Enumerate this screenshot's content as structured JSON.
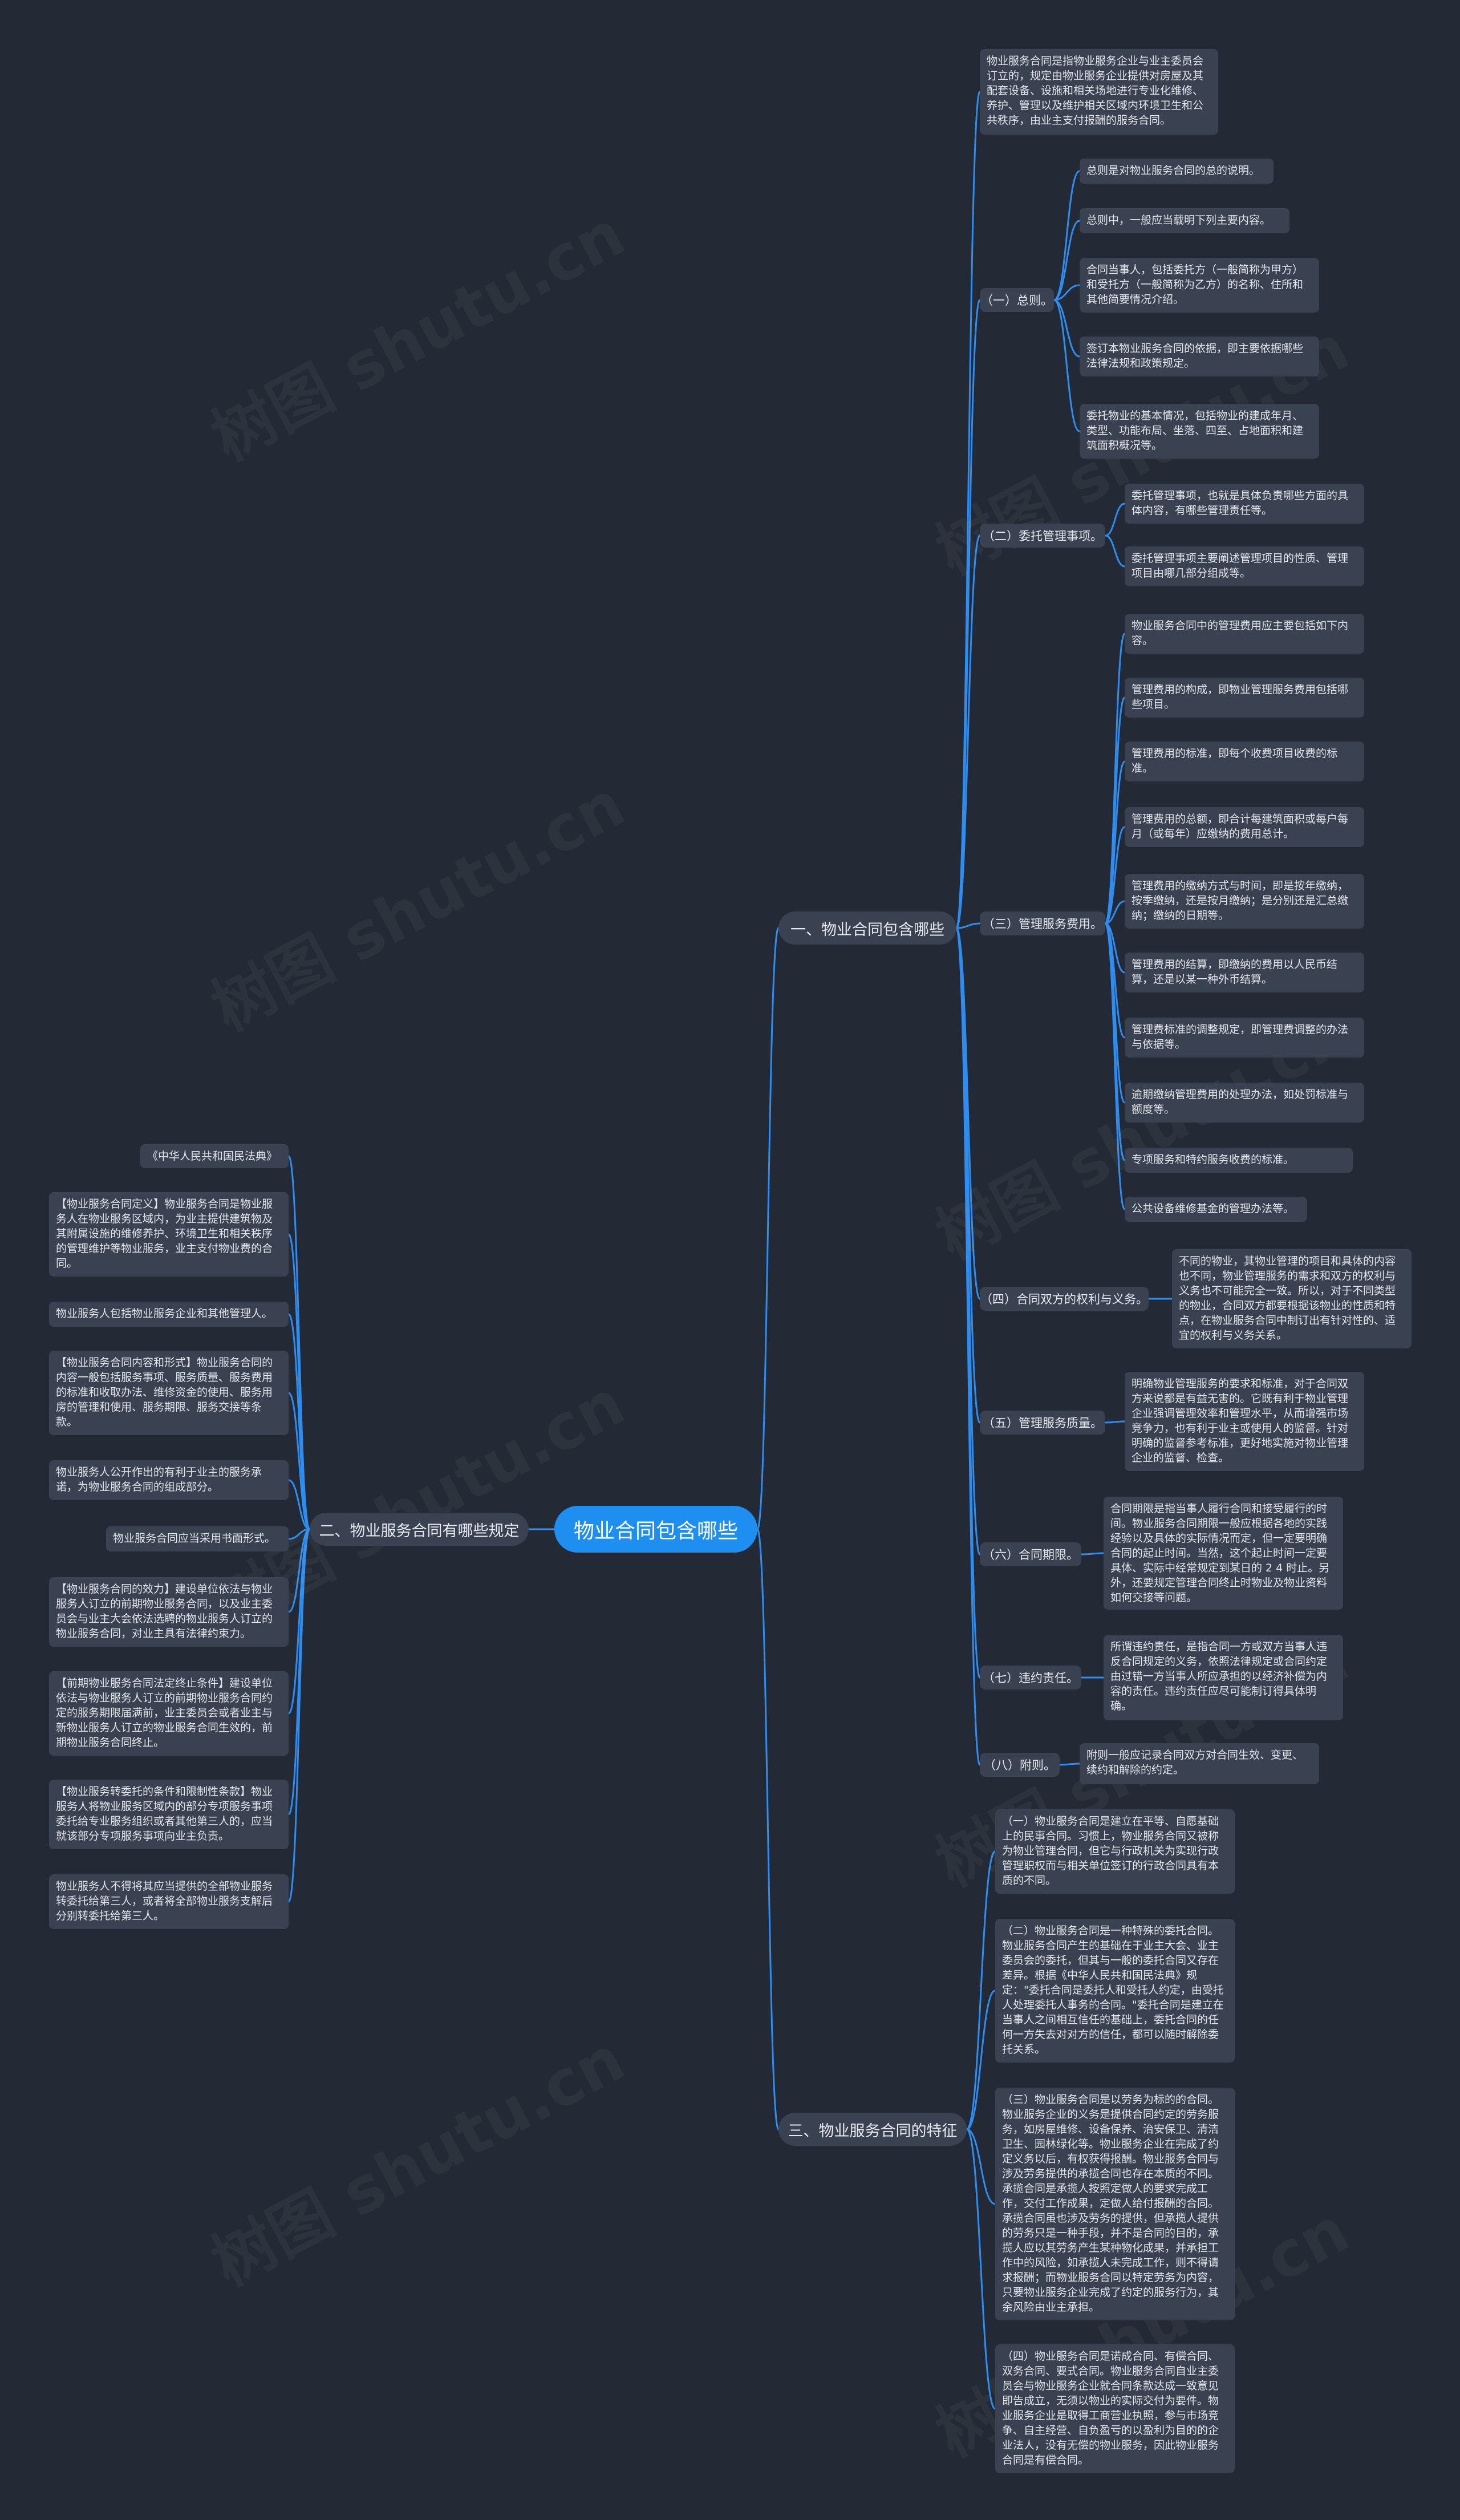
{
  "root": "物业合同包含哪些",
  "branches": {
    "b1": "一、物业合同包含哪些",
    "b2": "二、物业服务合同有哪些规定",
    "b3": "三、物业服务合同的特征"
  },
  "b1": {
    "intro": "物业服务合同是指物业服务企业与业主委员会订立的，规定由物业服务企业提供对房屋及其配套设备、设施和相关场地进行专业化维修、养护、管理以及维护相关区域内环境卫生和公共秩序，由业主支付报酬的服务合同。",
    "s1": "（一）总则。",
    "s1_items": [
      "总则是对物业服务合同的总的说明。",
      "总则中，一般应当载明下列主要内容。",
      "合同当事人，包括委托方（一般简称为甲方）和受托方（一般简称为乙方）的名称、住所和其他简要情况介绍。",
      "签订本物业服务合同的依据，即主要依据哪些法律法规和政策规定。",
      "委托物业的基本情况，包括物业的建成年月、类型、功能布局、坐落、四至、占地面积和建筑面积概况等。"
    ],
    "s2": "（二）委托管理事项。",
    "s2_items": [
      "委托管理事项，也就是具体负责哪些方面的具体内容，有哪些管理责任等。",
      "委托管理事项主要阐述管理项目的性质、管理项目由哪几部分组成等。"
    ],
    "s3": "（三）管理服务费用。",
    "s3_items": [
      "物业服务合同中的管理费用应主要包括如下内容。",
      "管理费用的构成，即物业管理服务费用包括哪些项目。",
      "管理费用的标准，即每个收费项目收费的标准。",
      "管理费用的总额，即合计每建筑面积或每户每月（或每年）应缴纳的费用总计。",
      "管理费用的缴纳方式与时间，即是按年缴纳，按季缴纳，还是按月缴纳；是分别还是汇总缴纳；缴纳的日期等。",
      "管理费用的结算，即缴纳的费用以人民币结算，还是以某一种外币结算。",
      "管理费标准的调整规定，即管理费调整的办法与依据等。",
      "逾期缴纳管理费用的处理办法，如处罚标准与额度等。",
      "专项服务和特约服务收费的标准。",
      "公共设备维修基金的管理办法等。"
    ],
    "s4": "（四）合同双方的权利与义务。",
    "s4_item": "不同的物业，其物业管理的项目和具体的内容也不同，物业管理服务的需求和双方的权利与义务也不可能完全一致。所以，对于不同类型的物业，合同双方都要根据该物业的性质和特点，在物业服务合同中制订出有针对性的、适宜的权利与义务关系。",
    "s5": "（五）管理服务质量。",
    "s5_item": "明确物业管理服务的要求和标准，对于合同双方来说都是有益无害的。它既有利于物业管理企业强调管理效率和管理水平，从而增强市场竞争力，也有利于业主或使用人的监督。针对明确的监督参考标准，更好地实施对物业管理企业的监督、检查。",
    "s6": "（六）合同期限。",
    "s6_item": "合同期限是指当事人履行合同和接受履行的时间。物业服务合同期限一般应根据各地的实践经验以及具体的实际情况而定，但一定要明确合同的起止时间。当然，这个起止时间一定要具体、实际中经常规定到某日的 2 4 时止。另外，还要规定管理合同终止时物业及物业资料如何交接等问题。",
    "s7": "（七）违约责任。",
    "s7_item": "所谓违约责任，是指合同一方或双方当事人违反合同规定的义务，依照法律规定或合同约定由过错一方当事人所应承担的以经济补偿为内容的责任。违约责任应尽可能制订得具体明确。",
    "s8": "（八）附则。",
    "s8_item": "附则一般应记录合同双方对合同生效、变更、续约和解除的约定。"
  },
  "b2_items": [
    "《中华人民共和国民法典》",
    "【物业服务合同定义】物业服务合同是物业服务人在物业服务区域内，为业主提供建筑物及其附属设施的维修养护、环境卫生和相关秩序的管理维护等物业服务，业主支付物业费的合同。",
    "物业服务人包括物业服务企业和其他管理人。",
    "【物业服务合同内容和形式】物业服务合同的内容一般包括服务事项、服务质量、服务费用的标准和收取办法、维修资金的使用、服务用房的管理和使用、服务期限、服务交接等条款。",
    "物业服务人公开作出的有利于业主的服务承诺，为物业服务合同的组成部分。",
    "物业服务合同应当采用书面形式。",
    "【物业服务合同的效力】建设单位依法与物业服务人订立的前期物业服务合同，以及业主委员会与业主大会依法选聘的物业服务人订立的物业服务合同，对业主具有法律约束力。",
    "【前期物业服务合同法定终止条件】建设单位依法与物业服务人订立的前期物业服务合同约定的服务期限届满前，业主委员会或者业主与新物业服务人订立的物业服务合同生效的，前期物业服务合同终止。",
    "【物业服务转委托的条件和限制性条款】物业服务人将物业服务区域内的部分专项服务事项委托给专业服务组织或者其他第三人的，应当就该部分专项服务事项向业主负责。",
    "物业服务人不得将其应当提供的全部物业服务转委托给第三人，或者将全部物业服务支解后分别转委托给第三人。"
  ],
  "b3_items": [
    "（一）物业服务合同是建立在平等、自愿基础上的民事合同。习惯上，物业服务合同又被称为物业管理合同，但它与行政机关为实现行政管理职权而与相关单位签订的行政合同具有本质的不同。",
    "（二）物业服务合同是一种特殊的委托合同。物业服务合同产生的基础在于业主大会、业主委员会的委托，但其与一般的委托合同又存在差异。根据《中华人民共和国民法典》规定：\"委托合同是委托人和受托人约定，由受托人处理委托人事务的合同。\"委托合同是建立在当事人之间相互信任的基础上，委托合同的任何一方失去对对方的信任，都可以随时解除委托关系。",
    "（三）物业服务合同是以劳务为标的的合同。物业服务企业的义务是提供合同约定的劳务服务，如房屋维修、设备保养、治安保卫、清洁卫生、园林绿化等。物业服务企业在完成了约定义务以后，有权获得报酬。物业服务合同与涉及劳务提供的承揽合同也存在本质的不同。承揽合同是承揽人按照定做人的要求完成工作，交付工作成果，定做人给付报酬的合同。承揽合同虽也涉及劳务的提供，但承揽人提供的劳务只是一种手段，并不是合同的目的，承揽人应以其劳务产生某种物化成果，并承担工作中的风险，如承揽人未完成工作，则不得请求报酬；而物业服务合同以特定劳务为内容，只要物业服务企业完成了约定的服务行为，其余风险由业主承担。",
    "（四）物业服务合同是诺成合同、有偿合同、双务合同、要式合同。物业服务合同自业主委员会与物业服务企业就合同条款达成一致意见即告成立，无须以物业的实际交付为要件。物业服务企业是取得工商营业执照，参与市场竞争、自主经营、自负盈亏的以盈利为目的的企业法人，没有无偿的物业服务，因此物业服务合同是有偿合同。"
  ],
  "watermark": "树图 shutu.cn"
}
